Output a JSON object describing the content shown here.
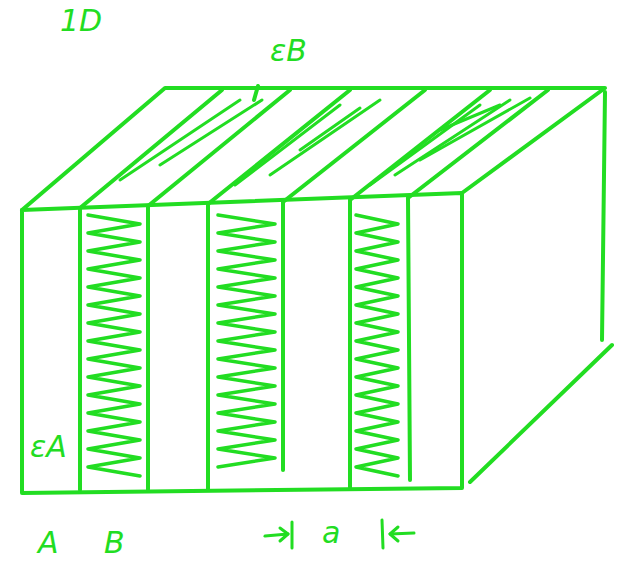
{
  "diagram": {
    "labels": [
      "1D",
      "εB",
      "εA",
      "A",
      "B",
      "a"
    ]
  }
}
